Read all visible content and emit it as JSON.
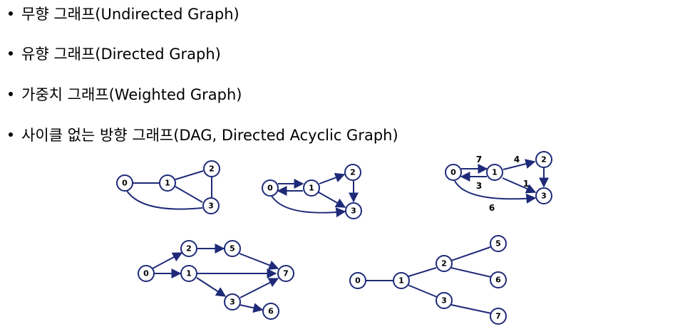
{
  "bullets": [
    "무향 그래프(Undirected Graph)",
    "유향 그래프(Directed Graph)",
    "가중치 그래프(Weighted Graph)",
    "사이클 없는 방향 그래프(DAG, Directed Acyclic Graph)"
  ],
  "colors": {
    "edge": "#1e2a78",
    "node_fill": "#ffffff",
    "text": "#000000"
  },
  "graphs": {
    "undirected": {
      "nodes": [
        "0",
        "1",
        "2",
        "3"
      ],
      "edges": [
        [
          "0",
          "1"
        ],
        [
          "1",
          "2"
        ],
        [
          "1",
          "3"
        ],
        [
          "2",
          "3"
        ],
        [
          "0",
          "3"
        ]
      ]
    },
    "directed": {
      "nodes": [
        "0",
        "1",
        "2",
        "3"
      ],
      "edges": [
        [
          "0",
          "1"
        ],
        [
          "1",
          "0"
        ],
        [
          "1",
          "2"
        ],
        [
          "2",
          "3"
        ],
        [
          "1",
          "3"
        ],
        [
          "0",
          "3"
        ]
      ]
    },
    "weighted": {
      "nodes": [
        "0",
        "1",
        "2",
        "3"
      ],
      "edges": [
        {
          "from": "0",
          "to": "1",
          "weight": "7"
        },
        {
          "from": "1",
          "to": "0",
          "weight": "3"
        },
        {
          "from": "1",
          "to": "2",
          "weight": "4"
        },
        {
          "from": "2",
          "to": "3",
          "weight": ""
        },
        {
          "from": "1",
          "to": "3",
          "weight": "1"
        },
        {
          "from": "0",
          "to": "3",
          "weight": "6"
        }
      ]
    },
    "dag": {
      "nodes": [
        "0",
        "1",
        "2",
        "3",
        "5",
        "6",
        "7"
      ],
      "edges": [
        [
          "0",
          "2"
        ],
        [
          "0",
          "1"
        ],
        [
          "2",
          "5"
        ],
        [
          "5",
          "7"
        ],
        [
          "1",
          "7"
        ],
        [
          "1",
          "3"
        ],
        [
          "3",
          "7"
        ],
        [
          "3",
          "6"
        ]
      ]
    },
    "tree": {
      "nodes": [
        "0",
        "1",
        "2",
        "3",
        "5",
        "6",
        "7"
      ],
      "edges": [
        [
          "0",
          "1"
        ],
        [
          "1",
          "2"
        ],
        [
          "1",
          "3"
        ],
        [
          "2",
          "5"
        ],
        [
          "2",
          "6"
        ],
        [
          "3",
          "7"
        ]
      ]
    }
  }
}
